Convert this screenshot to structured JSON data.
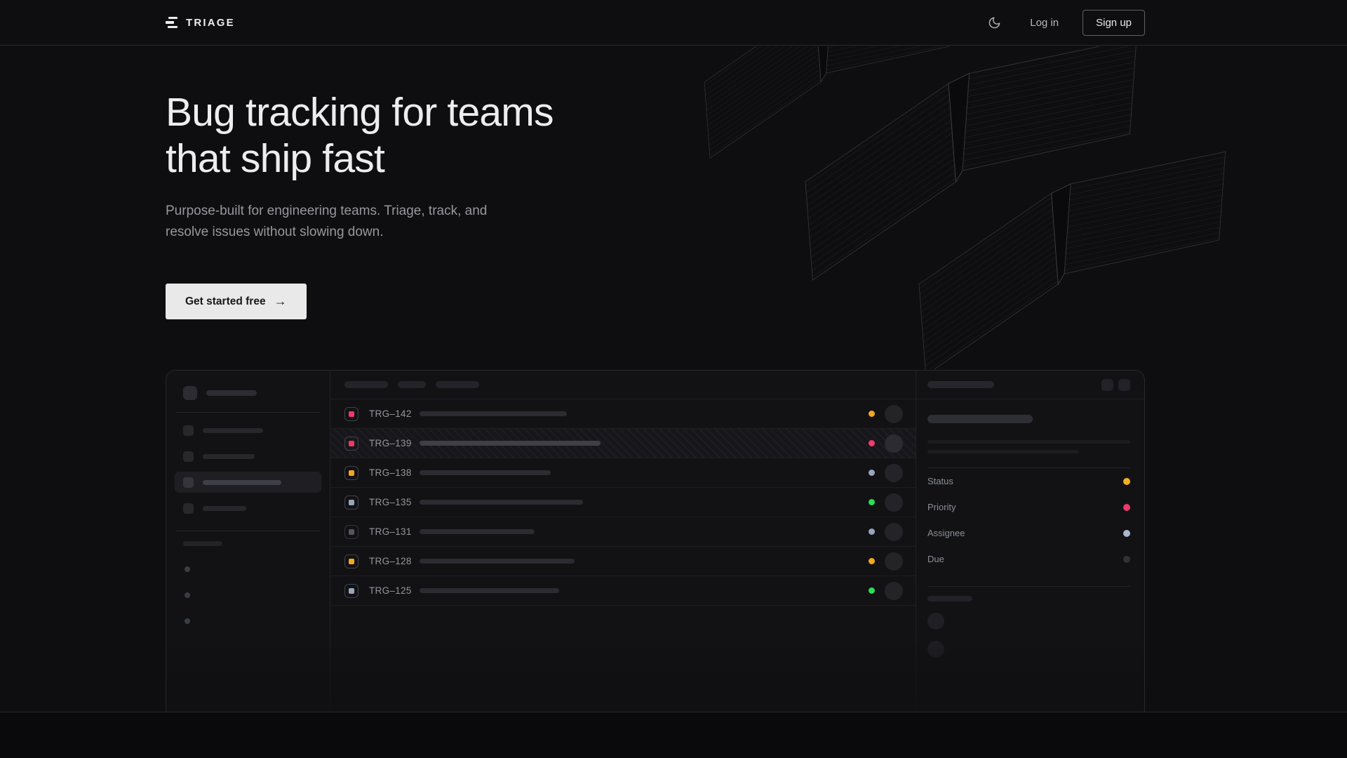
{
  "header": {
    "brand": "TRIAGE",
    "login_label": "Log in",
    "signup_label": "Sign up"
  },
  "hero": {
    "title_line1": "Bug tracking for teams",
    "title_line2": "that ship fast",
    "subtitle_line1": "Purpose-built for engineering teams. Triage, track, and",
    "subtitle_line2": "resolve issues without slowing down.",
    "cta_label": "Get started free",
    "cta_arrow": "→"
  },
  "mockup": {
    "issues": [
      {
        "id": "TRG–142",
        "type_style": "background:#f0386b",
        "dot_style": "background:#f2a71f",
        "bar_style": "width:210px"
      },
      {
        "id": "TRG–139",
        "type_style": "background:#f0386b",
        "dot_style": "background:#f43b6e",
        "bar_style": "width:258px"
      },
      {
        "id": "TRG–138",
        "type_style": "background:#f2a71f",
        "dot_style": "background:#98a5bb",
        "bar_style": "width:187px"
      },
      {
        "id": "TRG–135",
        "type_style": "background:#98a5bb",
        "dot_style": "background:#2bdd55",
        "bar_style": "width:233px"
      },
      {
        "id": "TRG–131",
        "type_style": "background:#55575e",
        "dot_style": "background:#98a5bb",
        "bar_style": "width:164px"
      },
      {
        "id": "TRG–128",
        "type_style": "background:#f2a71f",
        "dot_style": "background:#f2a71f",
        "bar_style": "width:221px"
      },
      {
        "id": "TRG–125",
        "type_style": "background:#98a5bb",
        "dot_style": "background:#2bdd55",
        "bar_style": "width:199px"
      }
    ],
    "detail_panel": {
      "properties": [
        {
          "label": "Status",
          "dot_style": "background:#f5b021"
        },
        {
          "label": "Priority",
          "dot_style": "background:#f0386b"
        },
        {
          "label": "Assignee",
          "dot_style": "background:#a9b7cf"
        },
        {
          "label": "Due",
          "dot_style": "background:#303037"
        }
      ]
    }
  },
  "colors": {
    "page_bg": "#0e0e10",
    "accent_pink": "#f0386b",
    "accent_amber": "#f2a71f",
    "accent_green": "#2bdd55",
    "accent_slate": "#98a5bb",
    "cta_bg": "#e9e9e9"
  }
}
